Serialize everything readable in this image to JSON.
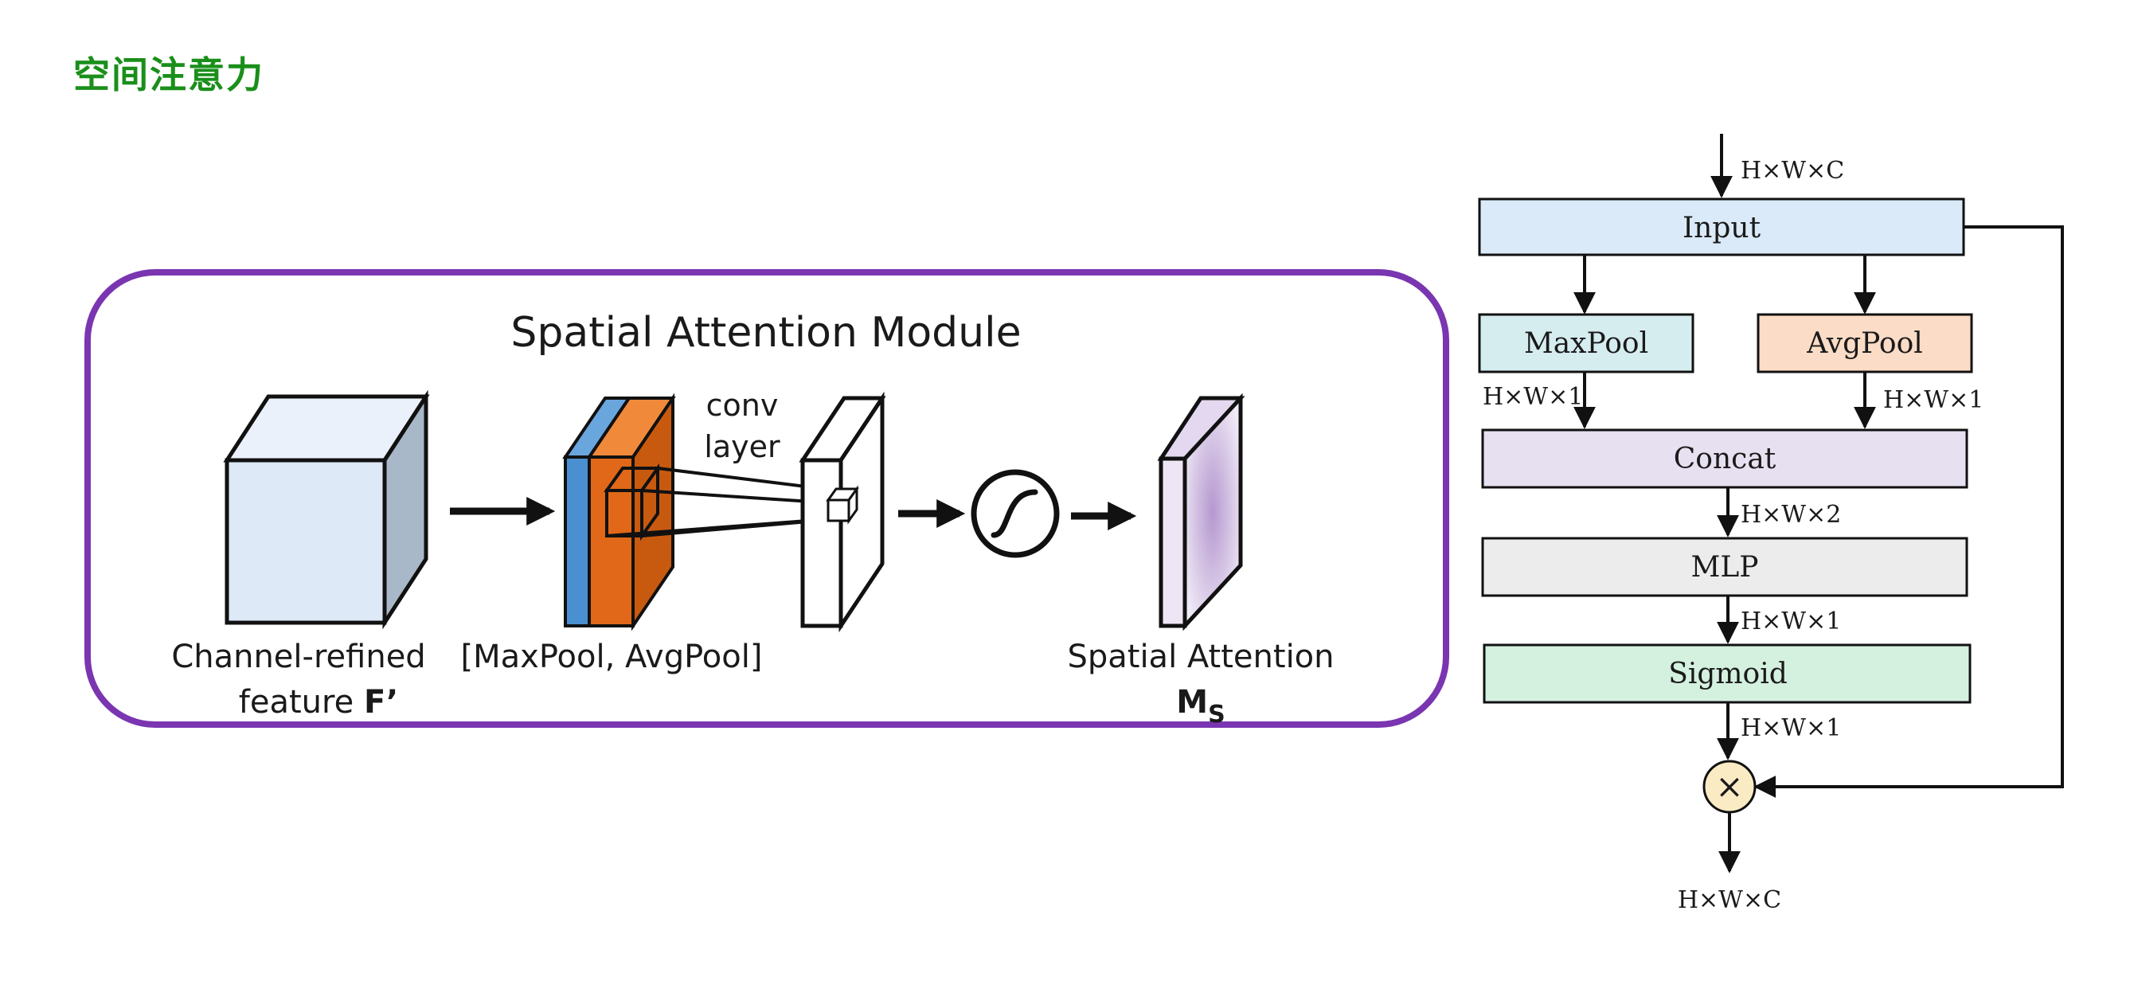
{
  "heading": "空间注意力",
  "sam": {
    "title": "Spatial Attention Module",
    "conv_label_line1": "conv",
    "conv_label_line2": "layer",
    "input_caption_line1": "Channel-refined",
    "input_caption_line2_prefix": "feature ",
    "input_caption_symbol": "F’",
    "pool_caption": "[MaxPool, AvgPool]",
    "output_caption": "Spatial Attention",
    "output_symbol": "M",
    "output_symbol_subscript": "S",
    "colors": {
      "frame": "#7a35b0",
      "cube_front": "#dde9f7",
      "cube_side": "#a8b8c8",
      "pool_blue": "#4a8fd0",
      "pool_orange": "#e06818",
      "map_purple": "#b598cf"
    }
  },
  "flow": {
    "input_dim": "H×W×C",
    "input": "Input",
    "maxpool": "MaxPool",
    "avgpool": "AvgPool",
    "maxpool_dim": "H×W×1",
    "avgpool_dim": "H×W×1",
    "concat": "Concat",
    "concat_dim": "H×W×2",
    "mlp": "MLP",
    "mlp_dim": "H×W×1",
    "sigmoid": "Sigmoid",
    "sigmoid_dim": "H×W×1",
    "multiply_symbol": "×",
    "output_dim": "H×W×C",
    "colors": {
      "input": "#dbeaf9",
      "maxpool": "#d6edf0",
      "avgpool": "#fbdcc6",
      "concat": "#e7e0f1",
      "mlp": "#ececec",
      "sigmoid": "#d4f0df",
      "multiply": "#fbebc4"
    }
  }
}
